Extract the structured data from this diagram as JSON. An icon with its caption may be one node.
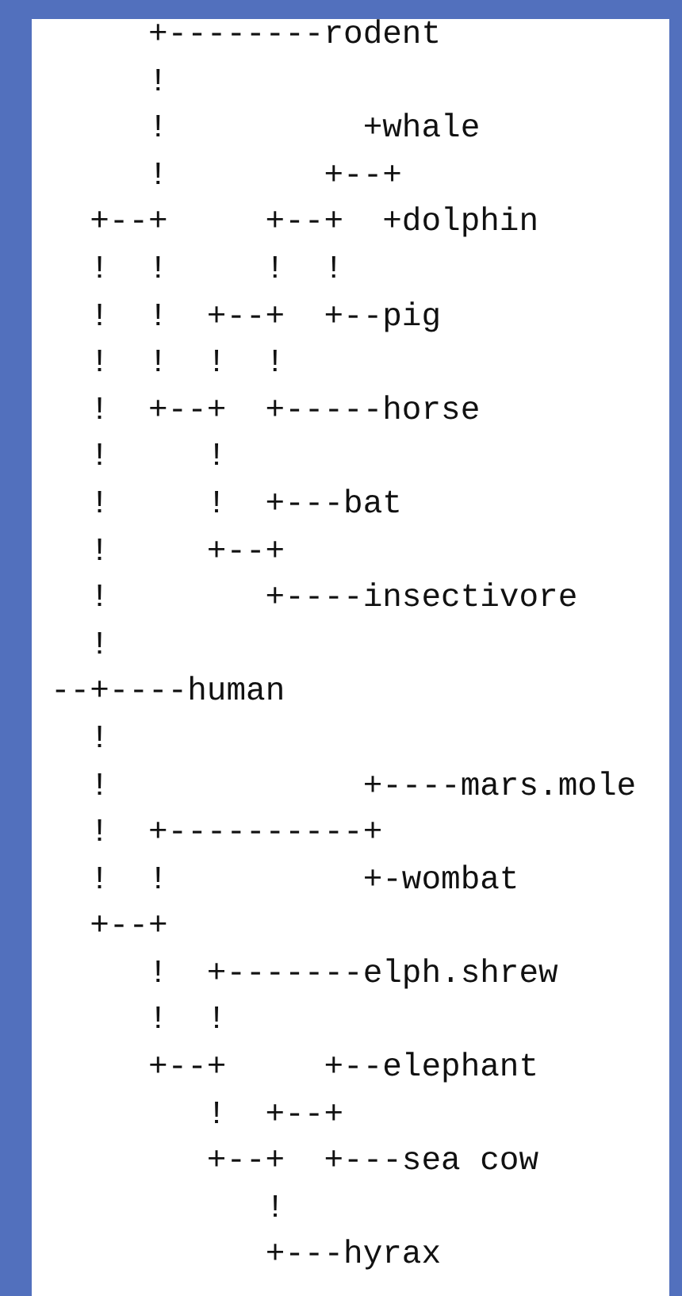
{
  "diagram": {
    "labels": [
      "+--------rodent",
      "!",
      "!          +whale",
      "!        +--+",
      "+--+     +--+  +dolphin",
      "!  !     !  !",
      "!  !  +--+  +--pig",
      "!  !  !  !",
      "!  +--+  +-----horse",
      "!     !",
      "!     !  +---bat",
      "!     +--+",
      "!        +----insectivore",
      "!",
      "--+----human",
      "!",
      "!             +----mars.mole",
      "!  +----------+",
      "!  !          +-wombat",
      "+--+",
      "!  +-------elph.shrew",
      "!  !",
      "+--+     +--elephant",
      "!  +--+",
      "+--+  +---sea cow",
      "!",
      "+---hyrax"
    ]
  }
}
